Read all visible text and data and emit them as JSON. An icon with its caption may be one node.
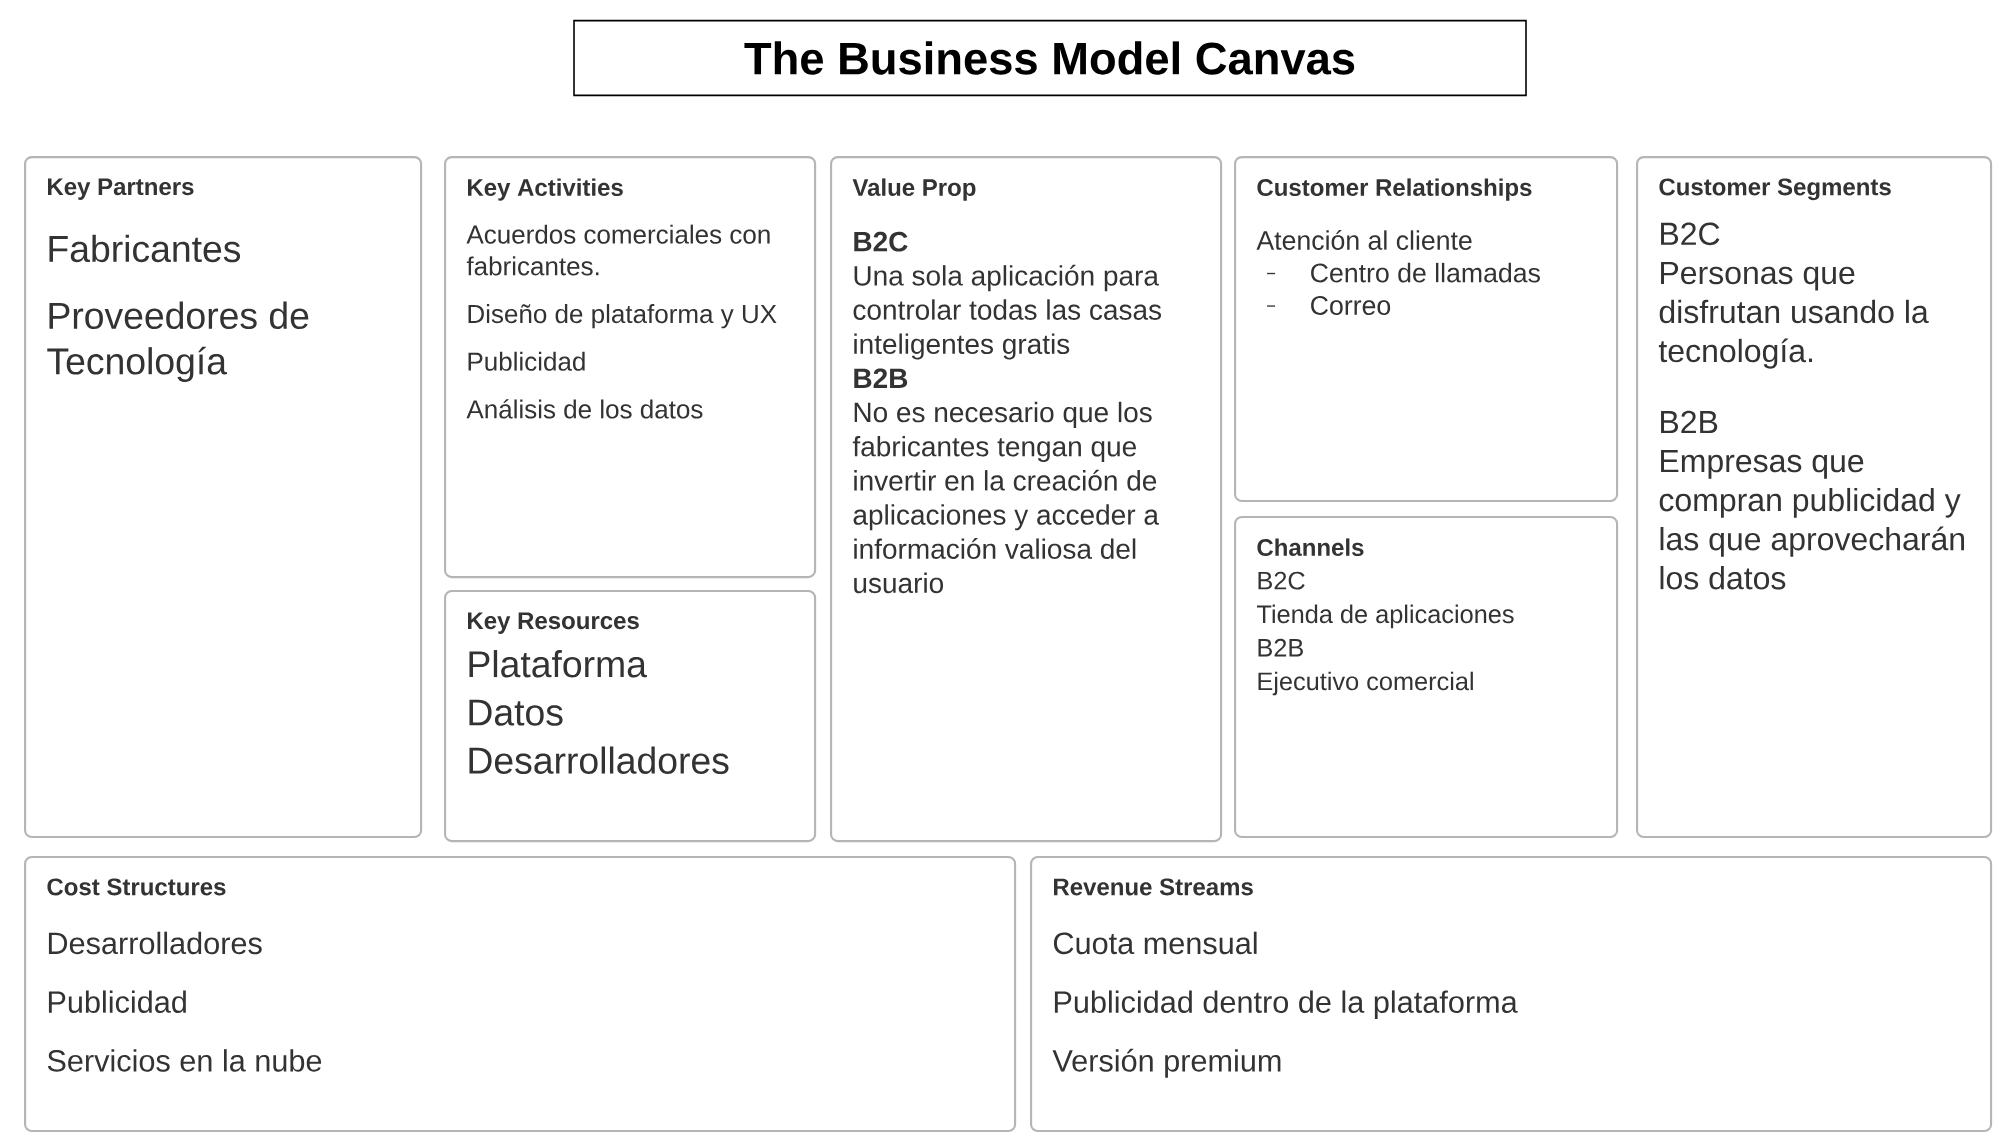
{
  "diagram": {
    "title": "The Business Model Canvas",
    "nodes": [
      {
        "text": [
          "Key Partners",
          "Fabricantes",
          "Proveedores de Tecnología"
        ]
      },
      {
        "text": [
          "Key Activities",
          "Acuerdos comerciales con fabricantes.",
          "Diseño de plataforma y UX",
          "Publicidad",
          "Análisis de los datos"
        ]
      },
      {
        "text": [
          "Key Resources",
          "Plataforma",
          "Datos",
          "Desarrolladores"
        ]
      },
      {
        "text": [
          "Value Prop",
          "B2C",
          "Una sola aplicación para controlar todas las casas inteligentes gratis",
          "B2B",
          "No es necesario que los fabricantes tengan que invertir en la creación de aplicaciones y acceder a información valiosa del usuario"
        ]
      },
      {
        "text": [
          "Customer Relationships",
          "Atención al cliente",
          "Centro de llamadas",
          "Correo"
        ]
      },
      {
        "text": [
          "Channels",
          "B2C",
          "Tienda de aplicaciones",
          "B2B",
          "Ejecutivo comercial"
        ]
      },
      {
        "text": [
          "Customer Segments",
          "B2C",
          "Personas que disfrutan usando la tecnología.",
          "B2B",
          "Empresas que compran publicidad y las que aprovecharán los datos"
        ]
      },
      {
        "text": [
          "Cost Structures",
          "Desarrolladores",
          "Publicidad",
          "Servicios en la nube"
        ]
      },
      {
        "text": [
          "Revenue Streams",
          "Cuota mensual",
          "Publicidad dentro de la plataforma",
          "Versión premium"
        ]
      }
    ]
  }
}
